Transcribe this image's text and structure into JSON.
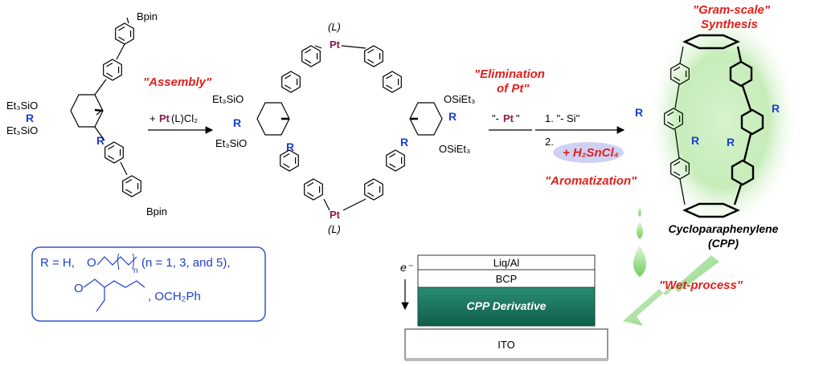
{
  "labels": {
    "bpin": "Bpin",
    "et3sio": "Et₃SiO",
    "osiet3": "OSiEt₃",
    "r": "R",
    "pt": "Pt",
    "ligand": "(L)",
    "reagent_prefix": "+ ",
    "reagent_pt": "Pt",
    "reagent_suffix": "(L)Cl₂",
    "minus_pt_open": "\"- ",
    "minus_pt_pt": "Pt",
    "minus_pt_close": "\"",
    "step1": "1. \"- Si\"",
    "step2": "2.",
    "h2sncl4": "+ H₂SnCl₄"
  },
  "annotations": {
    "assembly": "\"Assembly\"",
    "elimination_line1": "\"Elimination",
    "elimination_line2": "of Pt\"",
    "aromatization": "\"Aromatization\"",
    "gram_scale_line1": "\"Gram-scale\"",
    "gram_scale_line2": "Synthesis",
    "wet_process": "\"Wet-process\""
  },
  "product": {
    "name": "Cycloparaphenylene",
    "abbr": "(CPP)"
  },
  "r_group_box": {
    "prefix": "R = H,",
    "o": "O",
    "n": "n",
    "n_values": "(n = 1, 3, and 5),",
    "ochph": ", OCH₂Ph"
  },
  "device": {
    "electron": "e⁻",
    "layers": [
      "Liq/Al",
      "BCP",
      "CPP Derivative",
      "ITO"
    ]
  },
  "colors": {
    "accent_red": "#e0201c",
    "r_blue": "#1e3fcc",
    "pt_purple": "#8a1c4f",
    "box_border": "#3355cc",
    "emissive_layer": "#16735e",
    "glow_green": "#7cd36a"
  }
}
